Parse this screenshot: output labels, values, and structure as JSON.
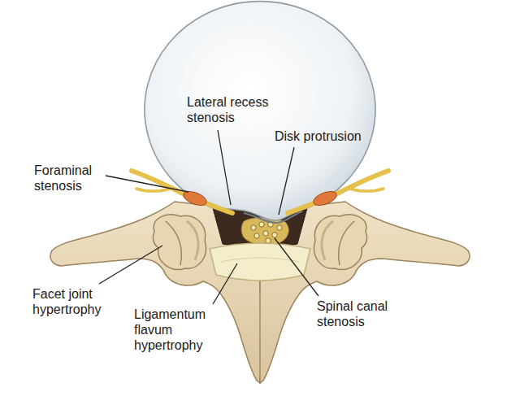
{
  "diagram": {
    "labels": [
      "Lateral recess stenosis",
      "Disk protrusion",
      "Foraminal stenosis",
      "Facet joint hypertrophy",
      "Ligamentum flavum hypertrophy",
      "Spinal canal stenosis"
    ]
  }
}
